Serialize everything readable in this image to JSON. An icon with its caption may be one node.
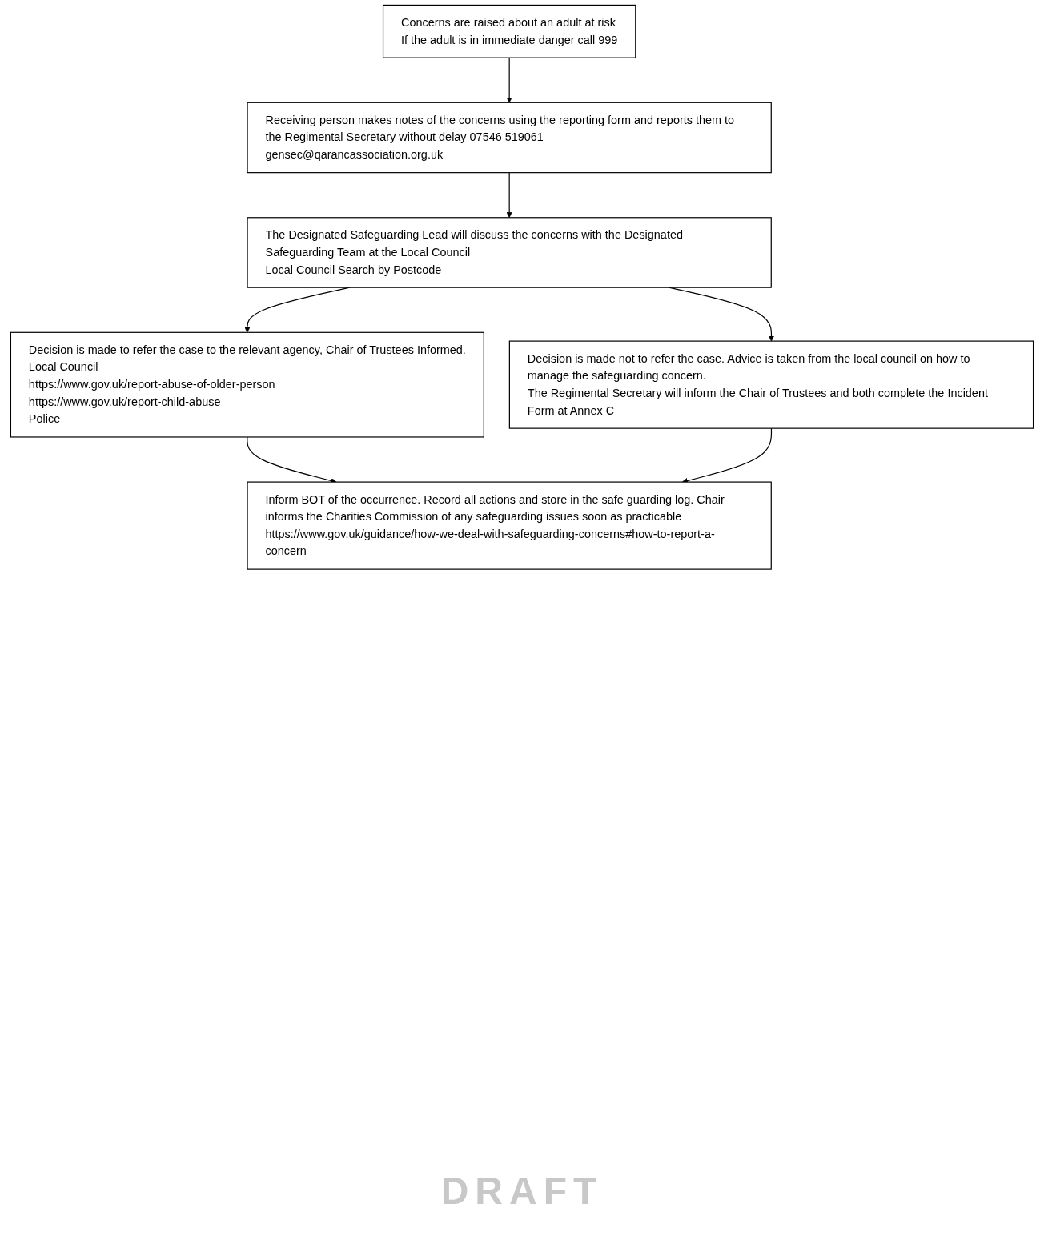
{
  "diagram": {
    "nodes": [
      {
        "text": [
          "Concerns are raised about an adult at risk",
          "If the adult is in immediate danger call 999"
        ]
      },
      {
        "text": [
          "Receiving person makes notes of the concerns using the reporting form and reports them to the Regimental Secretary without delay 07546 519061",
          "gensec@qarancassociation.org.uk"
        ]
      },
      {
        "text": [
          "The Designated Safeguarding Lead will discuss the concerns with the Designated Safeguarding Team at the Local Council",
          "Local Council Search by Postcode"
        ]
      },
      {
        "text": [
          "Decision is made to refer the case to the relevant agency, Chair of Trustees Informed.",
          "Local Council",
          "https://www.gov.uk/report-abuse-of-older-person",
          "https://www.gov.uk/report-child-abuse",
          "Police"
        ]
      },
      {
        "text": [
          "Decision is made not to refer the case. Advice is taken from the local council on how to manage the safeguarding concern.",
          "The Regimental Secretary will inform the Chair of Trustees and both complete the Incident Form at Annex C"
        ]
      },
      {
        "text": [
          "Inform BOT of the occurrence. Record all actions and store in the safe guarding log. Chair informs the Charities Commission of any safeguarding issues soon as practicable",
          "https://www.gov.uk/guidance/how-we-deal-with-safeguarding-concerns#how-to-report-a-concern"
        ]
      }
    ],
    "edges": [
      {
        "from": 0,
        "to": 1,
        "arrow": "to"
      },
      {
        "from": 1,
        "to": 2,
        "arrow": "to"
      },
      {
        "from": 2,
        "to": 3,
        "arrow": "to"
      },
      {
        "from": 2,
        "to": 4,
        "arrow": "to"
      },
      {
        "from": 3,
        "to": 5,
        "arrow": "to"
      },
      {
        "from": 4,
        "to": 5,
        "arrow": "to"
      }
    ],
    "labels": [
      "DRAFT"
    ]
  }
}
